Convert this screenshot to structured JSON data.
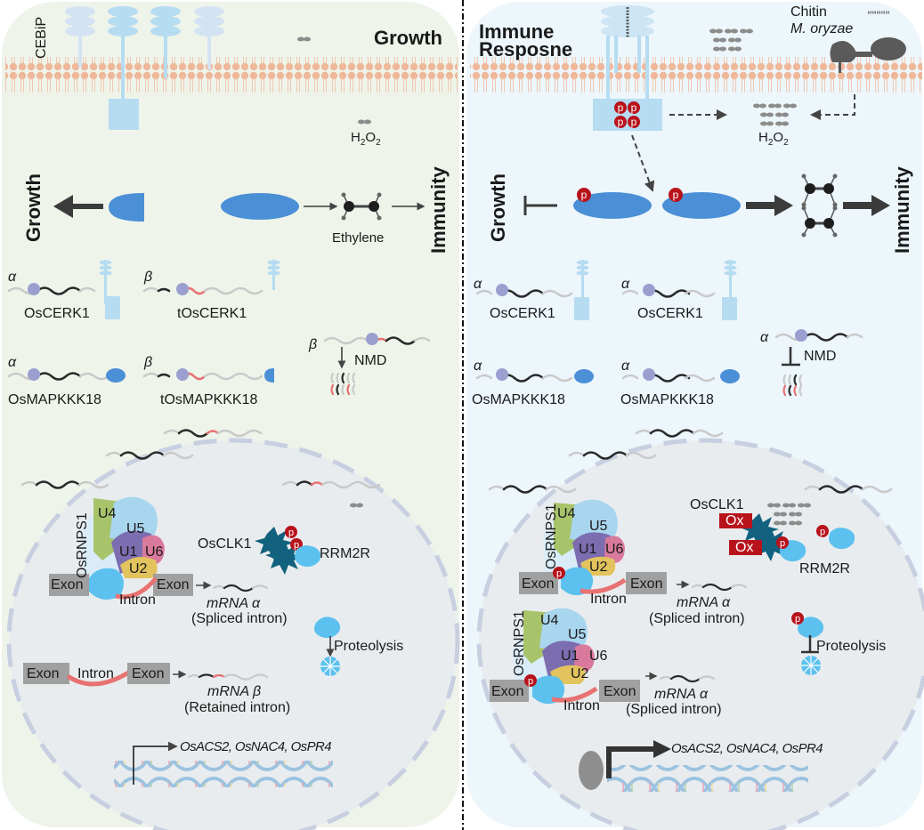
{
  "colors": {
    "left_panel_bg": "#eef4ea",
    "right_panel_bg": "#ecf6fb",
    "membrane": "#f0b89a",
    "receptor": "#a9d6ef",
    "kinase_blue": "#4b8fd6",
    "phospho_red": "#b8121b",
    "intron_red": "#e87272",
    "nucleus_fill": "#e9ecee",
    "nucleus_border": "#c7cfe0",
    "arrow_dark": "#3b3b3b",
    "h2o2_gray": "#8c8c8c",
    "ox_red": "#b8121b",
    "osclk1_teal": "#12617f",
    "rrm2r_blue": "#5cc1ef"
  },
  "left": {
    "title": "Growth",
    "receptor_label": "CEBiP",
    "h2o2_label": "H₂O₂",
    "pathway": {
      "outcome_left": "Growth",
      "outcome_right": "Immunity",
      "ethylene_label": "Ethylene"
    },
    "transcripts": [
      {
        "isoform": "α",
        "name": "OsCERK1"
      },
      {
        "isoform": "β",
        "name": "tOsCERK1"
      },
      {
        "isoform": "α",
        "name": "OsMAPKKK18"
      },
      {
        "isoform": "β",
        "name": "tOsMAPKKK18"
      }
    ],
    "nmd": {
      "isoform": "β",
      "label": "NMD"
    },
    "nucleus": {
      "snrnp_labels": [
        "U4",
        "U5",
        "U1",
        "U6",
        "U2"
      ],
      "osrnps1_label": "OsRNPS1",
      "exon_label": "Exon",
      "intron_label": "Intron",
      "osclk1_label": "OsCLK1",
      "rrm2r_label": "RRM2R",
      "proteolysis_label": "Proteolysis",
      "mrna_alpha": "mRNA α",
      "spliced_note": "(Spliced intron)",
      "mrna_beta": "mRNA β",
      "retained_note": "(Retained intron)",
      "target_genes": "OsACS2, OsNAC4, OsPR4"
    }
  },
  "right": {
    "title_line1": "Immune",
    "title_line2": "Resposne",
    "chitin_label": "Chitin",
    "pathogen_label": "M. oryzae",
    "h2o2_label": "H₂O₂",
    "phospho_label": "p",
    "pathway": {
      "outcome_left": "Growth",
      "outcome_right": "Immunity"
    },
    "transcripts": [
      {
        "isoform": "α",
        "name": "OsCERK1"
      },
      {
        "isoform": "α",
        "name": "OsCERK1"
      },
      {
        "isoform": "α",
        "name": "OsMAPKKK18"
      },
      {
        "isoform": "α",
        "name": "OsMAPKKK18"
      }
    ],
    "nmd": {
      "isoform": "α",
      "label": "NMD"
    },
    "nucleus": {
      "snrnp_labels": [
        "U4",
        "U5",
        "U1",
        "U6",
        "U2"
      ],
      "osrnps1_label": "OsRNPS1",
      "exon_label": "Exon",
      "intron_label": "Intron",
      "osclk1_label": "OsCLK1",
      "ox_label": "Ox",
      "rrm2r_label": "RRM2R",
      "proteolysis_label": "Proteolysis",
      "mrna_alpha": "mRNA α",
      "spliced_note": "(Spliced intron)",
      "target_genes": "OsACS2, OsNAC4, OsPR4"
    }
  }
}
